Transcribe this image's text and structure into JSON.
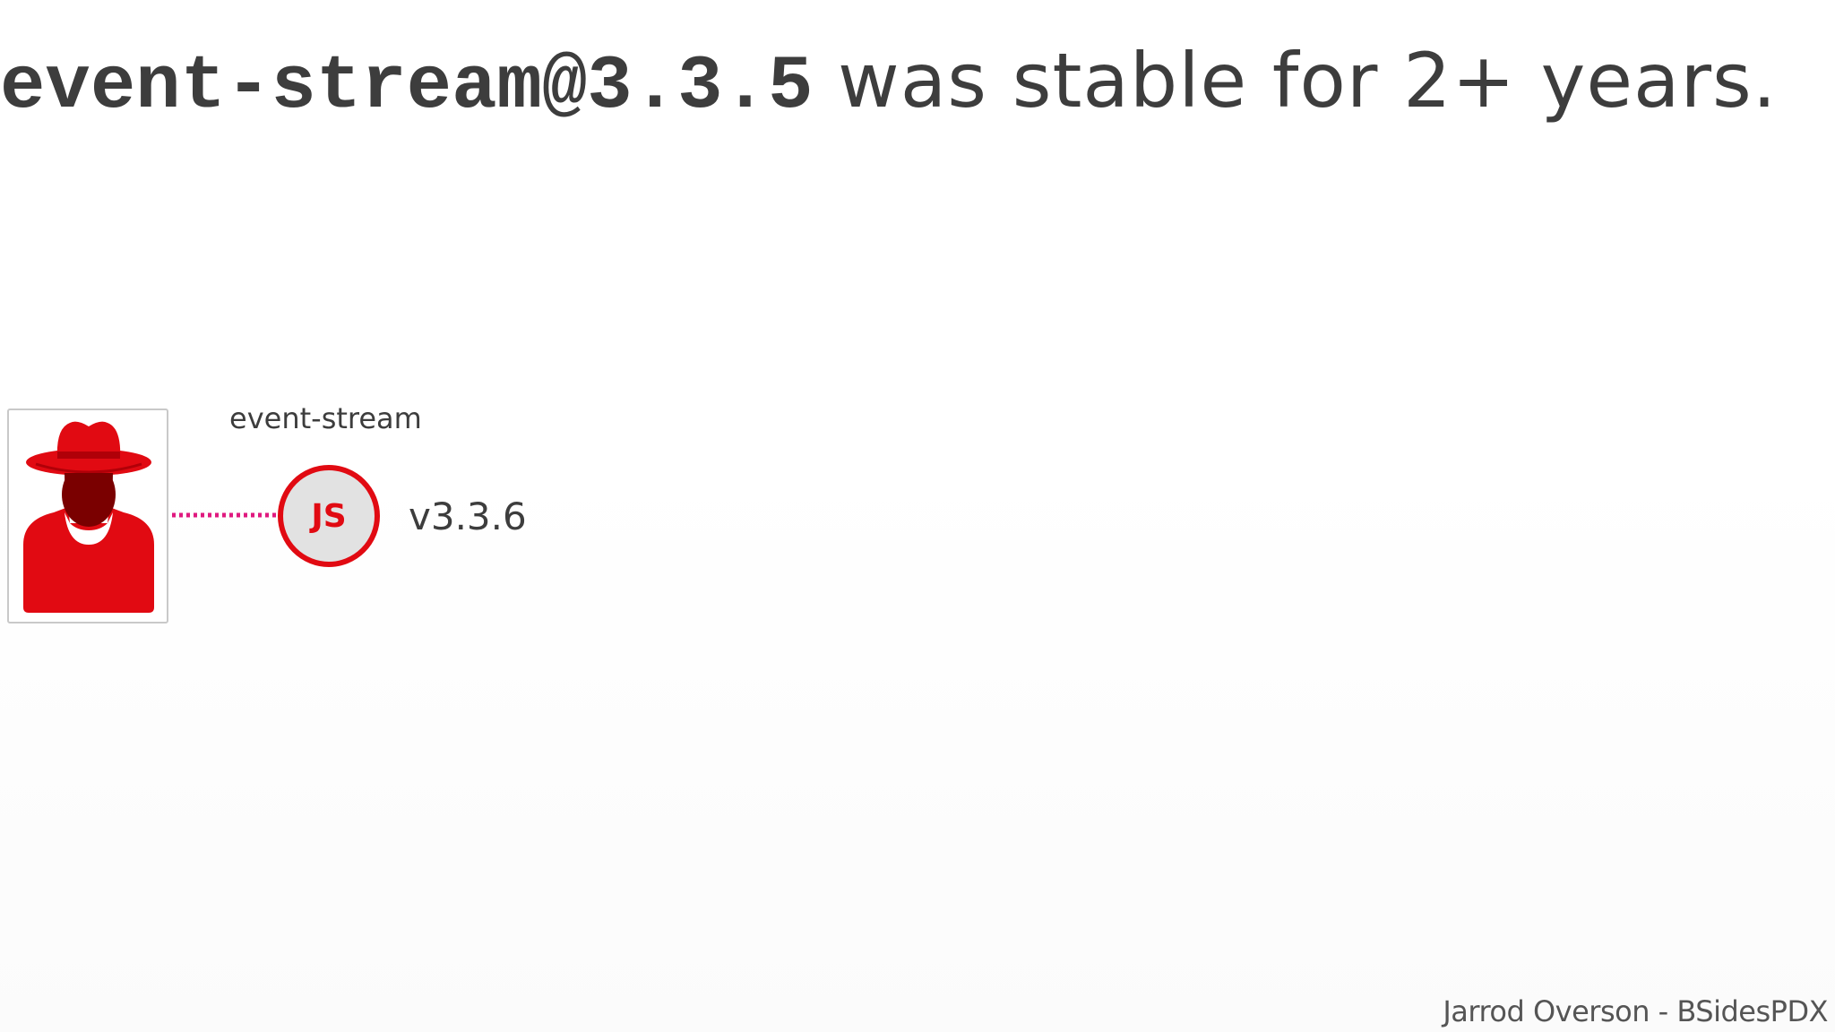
{
  "slide": {
    "title_code": "event-stream@3.3.5",
    "title_rest": " was stable for 2+ years.",
    "package_name": "event-stream",
    "node_label": "JS",
    "version": "v3.3.6",
    "footer": "Jarrod Overson - BSidesPDX"
  },
  "icons": {
    "avatar": "hacker-fedora-icon",
    "node": "js-package-node-icon"
  },
  "colors": {
    "accent_red": "#e10a12",
    "connector_pink": "#e0197f",
    "text": "#3d3d3d"
  }
}
